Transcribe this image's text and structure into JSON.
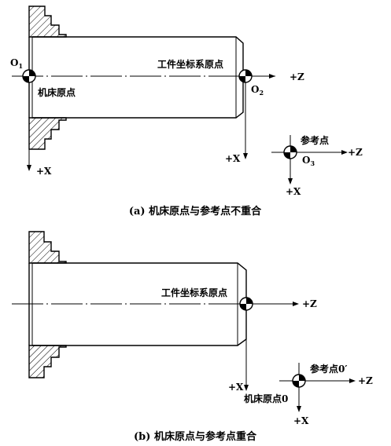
{
  "diagram_a": {
    "origin_label": "O",
    "origin_sub": "1",
    "machine_origin": "机床原点",
    "workpiece_origin": "工件坐标系原点",
    "o2_label": "O",
    "o2_sub": "2",
    "z_axis": "+Z",
    "x_axis_main": "+X",
    "x_axis_side": "+X",
    "ref_point": "参考点",
    "o3_label": "O",
    "o3_sub": "3",
    "ref_z": "+Z",
    "ref_x": "+X",
    "caption": "(a) 机床原点与参考点不重合"
  },
  "diagram_b": {
    "workpiece_origin": "工件坐标系原点",
    "z_axis": "+Z",
    "x_axis_main": "+X",
    "ref_point": "参考点0′",
    "ref_z": "+Z",
    "ref_x": "+X",
    "machine_origin": "机床原点0",
    "caption": "(b) 机床原点与参考点重合"
  }
}
